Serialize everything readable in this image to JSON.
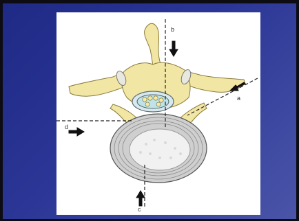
{
  "labels": {
    "a": "a",
    "b": "b",
    "c": "c",
    "d": "d"
  },
  "colors": {
    "background_dark": "#1f2a86",
    "background_light": "#4a55a8",
    "panel": "#ffffff",
    "bone_yellow": "#f2e6a4",
    "bone_outline": "#8a7a3a",
    "disc_gray": "#cfcfcf",
    "cord_blue": "#bfe3e8"
  }
}
